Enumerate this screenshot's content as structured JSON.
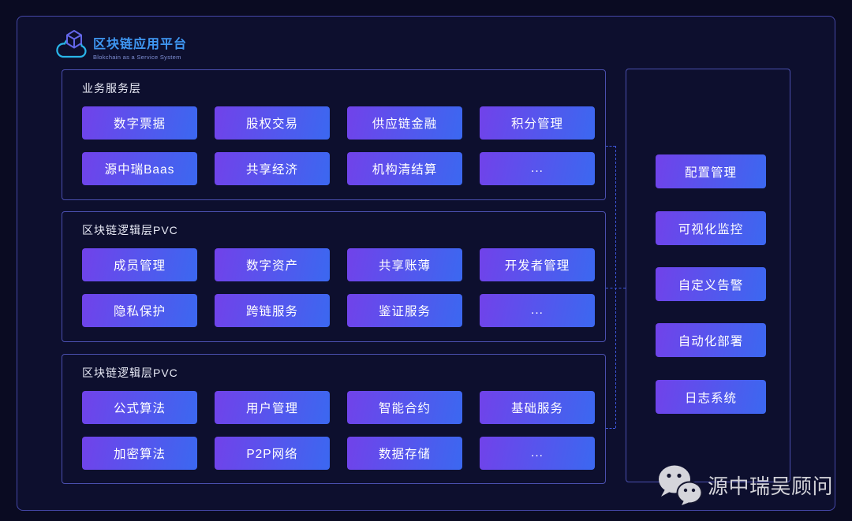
{
  "logo": {
    "title": "区块链应用平台",
    "subtitle": "Blokchain as a Service System"
  },
  "panels": [
    {
      "title": "业务服务层",
      "buttons": [
        "数字票据",
        "股权交易",
        "供应链金融",
        "积分管理",
        "源中瑞Baas",
        "共享经济",
        "机构清结算",
        "..."
      ]
    },
    {
      "title": "区块链逻辑层PVC",
      "buttons": [
        "成员管理",
        "数字资产",
        "共享账薄",
        "开发者管理",
        "隐私保护",
        "跨链服务",
        "鉴证服务",
        "..."
      ]
    },
    {
      "title": "区块链逻辑层PVC",
      "buttons": [
        "公式算法",
        "用户管理",
        "智能合约",
        "基础服务",
        "加密算法",
        "P2P网络",
        "数据存储",
        "..."
      ]
    }
  ],
  "right_panel": {
    "buttons": [
      "配置管理",
      "可视化监控",
      "自定义告警",
      "自动化部署",
      "日志系统"
    ]
  },
  "watermark": {
    "text": "源中瑞吴顾问"
  },
  "colors": {
    "background_outer": "#0a0b22",
    "background_frame": "#0d0f2e",
    "panel_border": "#4a4fae",
    "button_gradient_start": "#7142ea",
    "button_gradient_end": "#3b68f0",
    "dashed_connector": "#3d55d8",
    "logo_blue": "#3f97f2",
    "logo_cyan": "#29b6ea",
    "watermark_gray": "#d2d2d8"
  }
}
